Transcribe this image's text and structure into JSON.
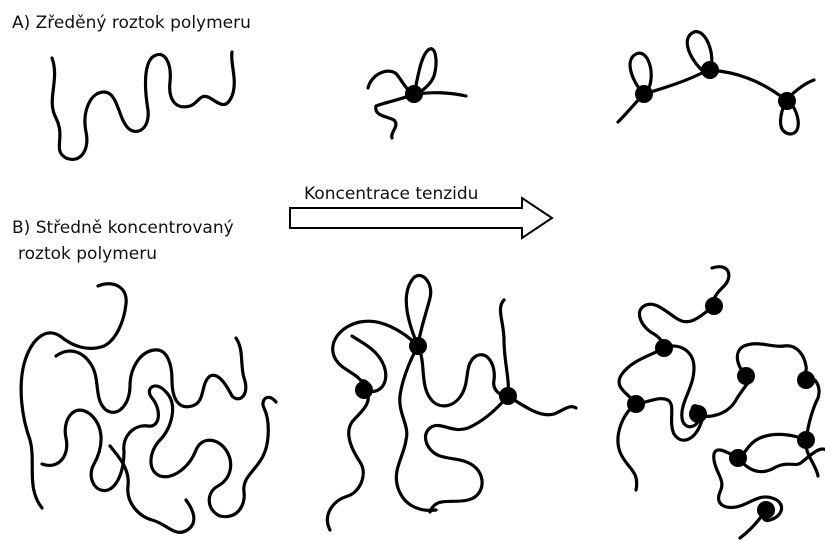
{
  "labels": {
    "section_a": "A) Zředěný roztok polymeru",
    "section_b_line1": "B) Středně koncentrovaný",
    "section_b_line2": "roztok polymeru",
    "arrow": "Koncentrace tenzidu"
  },
  "colors": {
    "chain": "#000000",
    "background": "#ffffff"
  }
}
